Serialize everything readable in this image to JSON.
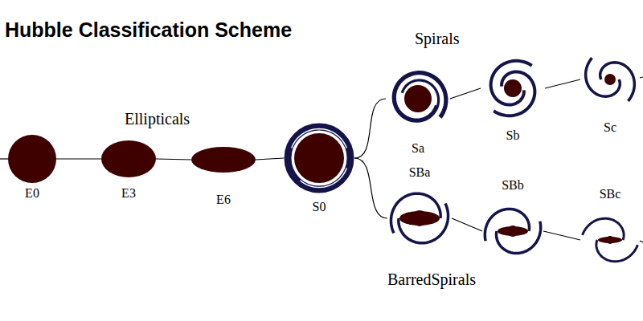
{
  "diagram": {
    "title": "Hubble Classification Scheme",
    "nodes": [
      {
        "text": [
          "E0"
        ]
      },
      {
        "text": [
          "E3"
        ]
      },
      {
        "text": [
          "E6"
        ]
      },
      {
        "text": [
          "S0"
        ]
      },
      {
        "text": [
          "Sa"
        ]
      },
      {
        "text": [
          "Sb"
        ]
      },
      {
        "text": [
          "Sc"
        ]
      },
      {
        "text": [
          "SBa"
        ]
      },
      {
        "text": [
          "SBb"
        ]
      },
      {
        "text": [
          "SBc"
        ]
      }
    ],
    "edges": [
      {
        "from": 0,
        "to": 1,
        "arrow": "none"
      },
      {
        "from": 1,
        "to": 2,
        "arrow": "none"
      },
      {
        "from": 2,
        "to": 3,
        "arrow": "none"
      },
      {
        "from": 3,
        "to": 4,
        "arrow": "none"
      },
      {
        "from": 4,
        "to": 5,
        "arrow": "none"
      },
      {
        "from": 5,
        "to": 6,
        "arrow": "none"
      },
      {
        "from": 3,
        "to": 7,
        "arrow": "none"
      },
      {
        "from": 7,
        "to": 8,
        "arrow": "none"
      },
      {
        "from": 8,
        "to": 9,
        "arrow": "none"
      }
    ],
    "labels": [
      "Ellipticals",
      "Spirals",
      "BarredSpirals"
    ]
  }
}
